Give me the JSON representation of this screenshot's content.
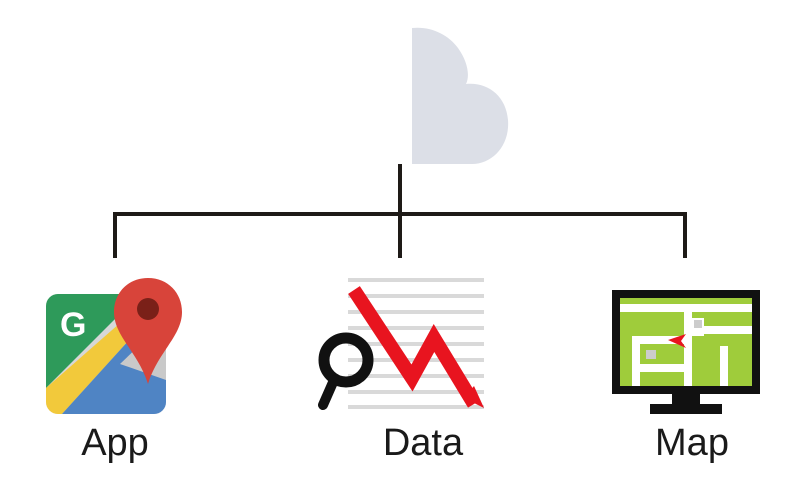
{
  "nodes": {
    "app": {
      "label": "App",
      "icon": "google-maps-icon"
    },
    "data": {
      "label": "Data",
      "icon": "data-analysis-icon"
    },
    "map": {
      "label": "Map",
      "icon": "map-monitor-icon"
    }
  },
  "root": {
    "icon": "cloud-icon"
  },
  "colors": {
    "cloud": "#dcdfe7",
    "connector": "#1e1a17",
    "maps_green": "#2e9a5a",
    "maps_yellow": "#f2c93b",
    "maps_blue": "#4f84c4",
    "maps_gray": "#d7d7d7",
    "maps_pin": "#d8443a",
    "data_red": "#e8141f",
    "data_lines": "#d9d9d9",
    "map_screen": "#9fcc3b"
  }
}
